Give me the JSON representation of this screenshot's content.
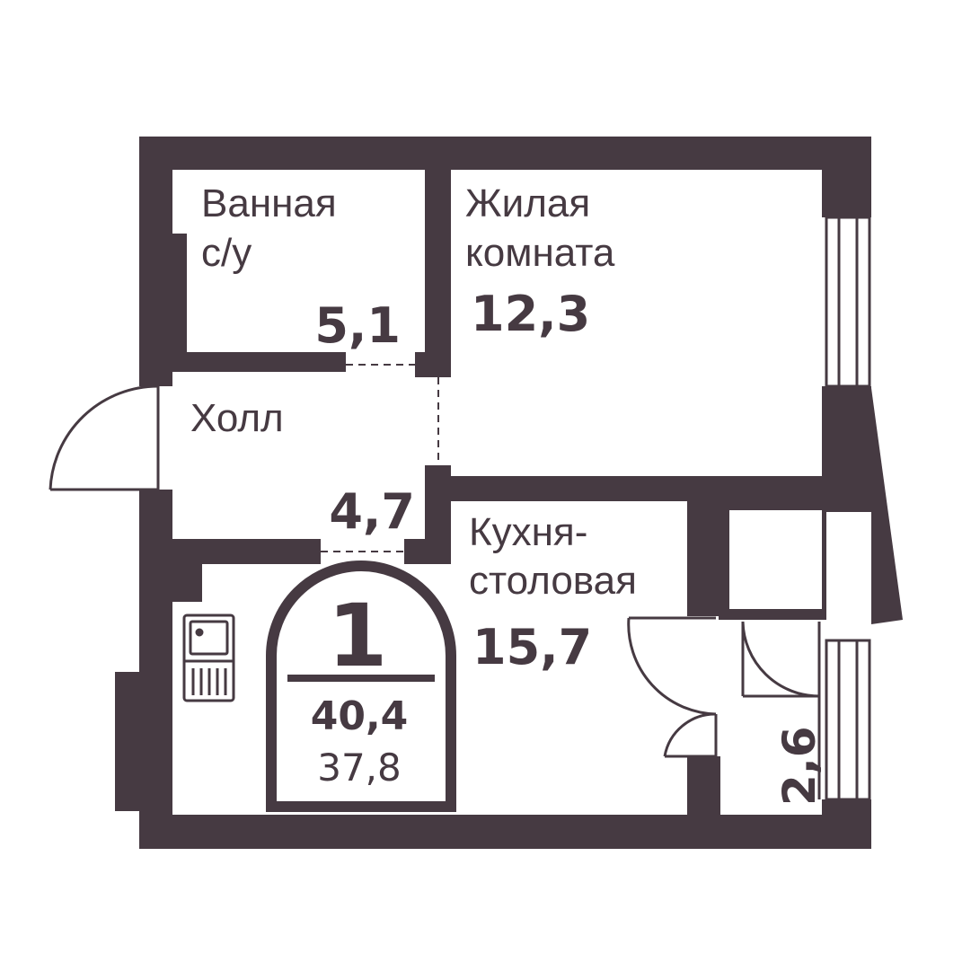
{
  "colors": {
    "wall": "#463a42",
    "background": "#ffffff"
  },
  "rooms": [
    {
      "id": "bathroom",
      "name_lines": [
        "Ванная",
        "с/у"
      ],
      "area": "5,1"
    },
    {
      "id": "living-room",
      "name_lines": [
        "Жилая",
        "комната"
      ],
      "area": "12,3"
    },
    {
      "id": "hall",
      "name_lines": [
        "Холл"
      ],
      "area": "4,7"
    },
    {
      "id": "kitchen",
      "name_lines": [
        "Кухня-",
        "столовая"
      ],
      "area": "15,7"
    },
    {
      "id": "balcony",
      "name_lines": [],
      "area": "2,6"
    }
  ],
  "badge": {
    "rooms_count": "1",
    "total_area": "40,4",
    "living_area": "37,8"
  },
  "icons": [
    "sink-icon",
    "stove-icon"
  ]
}
